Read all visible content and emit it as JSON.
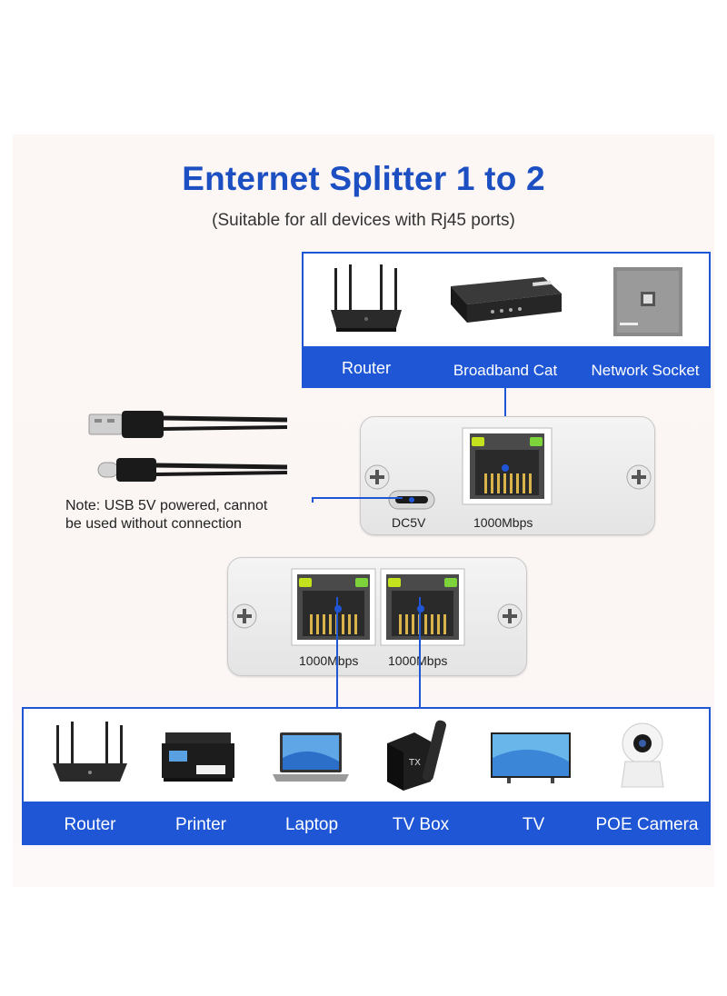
{
  "title": "Enternet Splitter 1 to 2",
  "subtitle": "(Suitable for all devices with Rj45 ports)",
  "input_devices": [
    {
      "label": "Router",
      "icon": "router-icon"
    },
    {
      "label": "Broadband Cat",
      "icon": "modem-icon"
    },
    {
      "label": "Network Socket",
      "icon": "wall-socket-icon"
    }
  ],
  "splitter_input": {
    "power_label": "DC5V",
    "port_speed": "1000Mbps"
  },
  "note": {
    "line1": "Note: USB 5V powered, cannot",
    "line2": "be used without connection"
  },
  "splitter_output": {
    "port1_speed": "1000Mbps",
    "port2_speed": "1000Mbps"
  },
  "output_devices": [
    {
      "label": "Router",
      "icon": "router-icon"
    },
    {
      "label": "Printer",
      "icon": "printer-icon"
    },
    {
      "label": "Laptop",
      "icon": "laptop-icon"
    },
    {
      "label": "TV Box",
      "icon": "tv-box-icon"
    },
    {
      "label": "TV",
      "icon": "tv-icon"
    },
    {
      "label": "POE Camera",
      "icon": "camera-icon"
    }
  ],
  "colors": {
    "accent": "#1f56d6",
    "title": "#1c4fc2",
    "led_green": "#8cd62a"
  }
}
